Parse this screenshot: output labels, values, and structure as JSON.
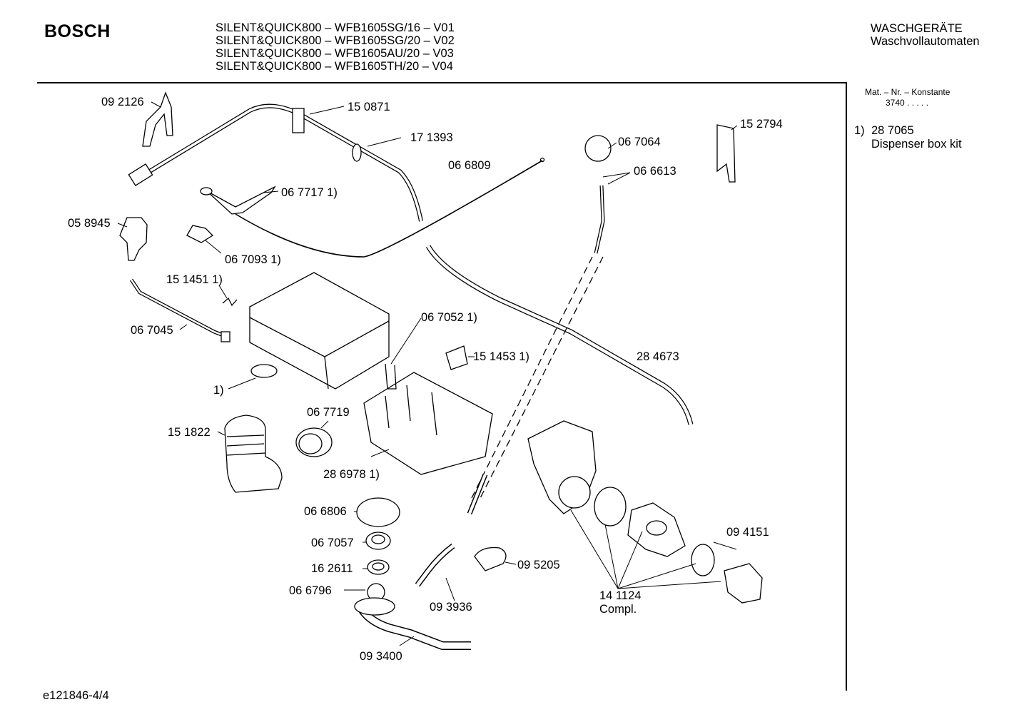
{
  "header": {
    "brand": "BOSCH",
    "models": [
      "SILENT&QUICK800 – WFB1605SG/16 – V01",
      "SILENT&QUICK800 – WFB1605SG/20 – V02",
      "SILENT&QUICK800 – WFB1605AU/20 – V03",
      "SILENT&QUICK800 – WFB1605TH/20 – V04"
    ],
    "category_de_upper": "WASCHGERÄTE",
    "category_de": "Waschvollautomaten"
  },
  "sidebar": {
    "mat_header": "Mat. – Nr. – Konstante",
    "mat_value": "3740  .  .  .  .  .",
    "notes": [
      {
        "num": "1)",
        "part": "28 7065",
        "description": "Dispenser box kit"
      }
    ]
  },
  "parts": {
    "p092126": "09 2126",
    "p150871": "15 0871",
    "p171393": "17 1393",
    "p066809": "06 6809",
    "p067064": "06 7064",
    "p152794": "15 2794",
    "p066613": "06 6613",
    "p067717": "06 7717 1)",
    "p058945": "05 8945",
    "p067093": "06 7093 1)",
    "p151451": "15 1451 1)",
    "p067045": "06 7045",
    "p067052": "06 7052 1)",
    "p151453": "15 1453 1)",
    "p284673": "28 4673",
    "p1": "1)",
    "p151822": "15 1822",
    "p067719": "06 7719",
    "p286978": "28 6978 1)",
    "p066806": "06 6806",
    "p067057": "06 7057",
    "p162611": "16 2611",
    "p066796": "06 6796",
    "p095205": "09 5205",
    "p093936": "09 3936",
    "p093400": "09 3400",
    "p094151": "09 4151",
    "p141124": "14 1124",
    "p141124_sub": "Compl."
  },
  "footer": {
    "doc_id": "e121846-4/4"
  }
}
